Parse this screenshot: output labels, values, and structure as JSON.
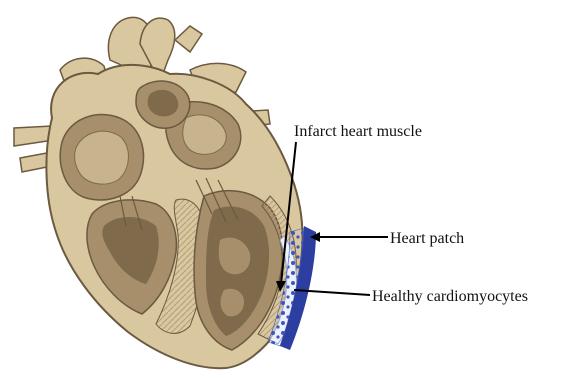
{
  "labels": {
    "infarct": "Infarct heart muscle",
    "patch": "Heart patch",
    "healthy": "Healthy cardiomyocytes"
  },
  "colors": {
    "outer": "#d9c7a0",
    "outer_light": "#e6d6b3",
    "chamber": "#a68f6a",
    "chamber_dark": "#7f6a4b",
    "muscle": "#c8b48c",
    "outline": "#6b5a3f",
    "patch": "#2c3fa0",
    "patch_dots": "#3b55c8",
    "line": "#000000"
  },
  "icons": {
    "heart": "heart-cross-section-icon",
    "patch": "heart-patch-icon"
  }
}
